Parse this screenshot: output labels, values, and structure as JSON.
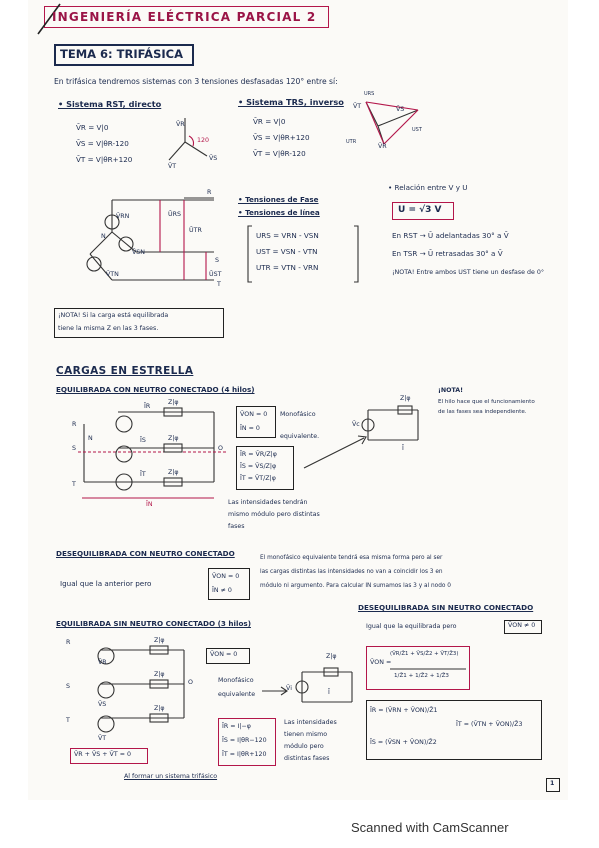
{
  "header": {
    "title": "INGENIERÍA ELÉCTRICA PARCIAL 2"
  },
  "topic": {
    "title": "TEMA 6: TRIFÁSICA"
  },
  "intro": "En trifásica tendremos sistemas con 3 tensiones desfasadas 120° entre sí:",
  "rst": {
    "heading": "• Sistema RST, directo",
    "eq1": "V̄R = V|0",
    "eq2": "V̄S = V|θR-120",
    "eq3": "V̄T = V|θR+120",
    "angle": "120",
    "lbl_r": "V̄R",
    "lbl_s": "V̄S",
    "lbl_t": "V̄T"
  },
  "trs": {
    "heading": "• Sistema TRS, inverso",
    "eq1": "V̄R = V|0",
    "eq2": "V̄S = V|θR+120",
    "eq3": "V̄T = V|θR-120",
    "lbl_urs": "URS",
    "lbl_ust": "UST",
    "lbl_utr": "UTR",
    "lbl_vr": "V̄R",
    "lbl_vs": "V̄S",
    "lbl_vt": "V̄T"
  },
  "generator": {
    "lbl_r": "R",
    "lbl_s": "S",
    "lbl_t": "T",
    "lbl_n": "N",
    "vrn": "V̄RN",
    "vsn": "V̄SN",
    "vtn": "V̄TN",
    "urs": "ŪRS",
    "utr": "ŪTR",
    "ust": "ŪST"
  },
  "tensiones": {
    "fase": "• Tensiones de Fase",
    "linea": "• Tensiones de línea",
    "eq1": "URS = VRN - VSN",
    "eq2": "UST = VSN - VTN",
    "eq3": "UTR = VTN - VRN"
  },
  "relacion": {
    "heading": "• Relación entre V y U",
    "formula": "U = √3 V",
    "rst_line": "En RST → Ū adelantadas 30° a V̄",
    "trs_line": "En TSR → Ū retrasadas 30° a V̄",
    "nota": "¡NOTA! Entre ambos UST tiene un desfase de 0°"
  },
  "nota1": {
    "line1": "¡NOTA! Si la carga está equilibrada",
    "line2": "tiene la misma Z en las 3 fases."
  },
  "estrella": {
    "title": "CARGAS EN ESTRELLA"
  },
  "eq4": {
    "heading": "EQUILIBRADA CON NEUTRO CONECTADO (4 hilos)",
    "box1a": "V̄ON = 0",
    "box1b": "ĪN = 0",
    "box2a": "ĪR = V̄R/Z|φ",
    "box2b": "ĪS = V̄S/Z|φ",
    "box2c": "ĪT = V̄T/Z|φ",
    "mono1": "Monofásico",
    "mono2": "equivalente.",
    "note1": "Las intensidades tendrán",
    "note2": "mismo módulo pero distintas",
    "note3": "fases",
    "nota_t": "¡NOTA!",
    "nota1": "El hilo hace que el funcionamiento",
    "nota2": "de las fases sea independiente.",
    "zlp": "Z|φ",
    "ir": "ĪR",
    "is": "ĪS",
    "it": "ĪT",
    "in": "ĪN",
    "lbl_r": "R",
    "lbl_s": "S",
    "lbl_t": "T",
    "lbl_n": "N",
    "lbl_o": "O",
    "vc": "V̄c",
    "i": "Ī"
  },
  "deseq_neutro": {
    "heading": "DESEQUILIBRADA CON NEUTRO CONECTADO",
    "igual": "Igual que la anterior pero",
    "box_a": "V̄ON = 0",
    "box_b": "ĪN ≠ 0",
    "text1": "El monofásico equivalente tendrá esa misma forma pero al ser",
    "text2": "las cargas distintas las intensidades no van a coincidir los 3 en",
    "text3": "módulo ni argumento. Para calcular IN sumamos las 3 y al nodo 0"
  },
  "eq3": {
    "heading": "EQUILIBRADA SIN NEUTRO CONECTADO (3 hilos)",
    "box1": "V̄ON = 0",
    "mono1": "Monofásico",
    "mono2": "equivalente",
    "box2a": "ĪR = I|−φ",
    "box2b": "ĪS = I|θR−120",
    "box2c": "ĪT = I|θR+120",
    "bottom_box": "V̄R + V̄S + V̄T = 0",
    "note1": "Las intensidades",
    "note2": "tienen mismo",
    "note3": "módulo pero",
    "note4": "distintas fases",
    "al_formar": "Al formar un sistema trifásico",
    "zlp": "Z|φ",
    "lbl_r": "R",
    "lbl_s": "S",
    "lbl_t": "T",
    "lbl_o": "O",
    "vr": "V̄R",
    "vs": "V̄S",
    "vt": "V̄T",
    "i": "Ī",
    "vi": "V̄i"
  },
  "deseq_sin": {
    "heading": "DESEQUILIBRADA SIN NEUTRO CONECTADO",
    "igual": "Igual que la equilibrada pero",
    "box": "V̄ON ≠ 0",
    "von_lhs": "V̄ON =",
    "num": "(V̄R/Z̄1 + V̄S/Z̄2 + V̄T/Z̄3)",
    "den": "1/Z̄1 + 1/Z̄2 + 1/Z̄3",
    "ir": "ĪR = (V̄RN + V̄ON)/Z̄1",
    "it": "ĪT = (V̄TN + V̄ON)/Z̄3",
    "is": "ĪS = (V̄SN + V̄ON)/Z̄2"
  },
  "page_number": "1",
  "footer": "Scanned with CamScanner"
}
